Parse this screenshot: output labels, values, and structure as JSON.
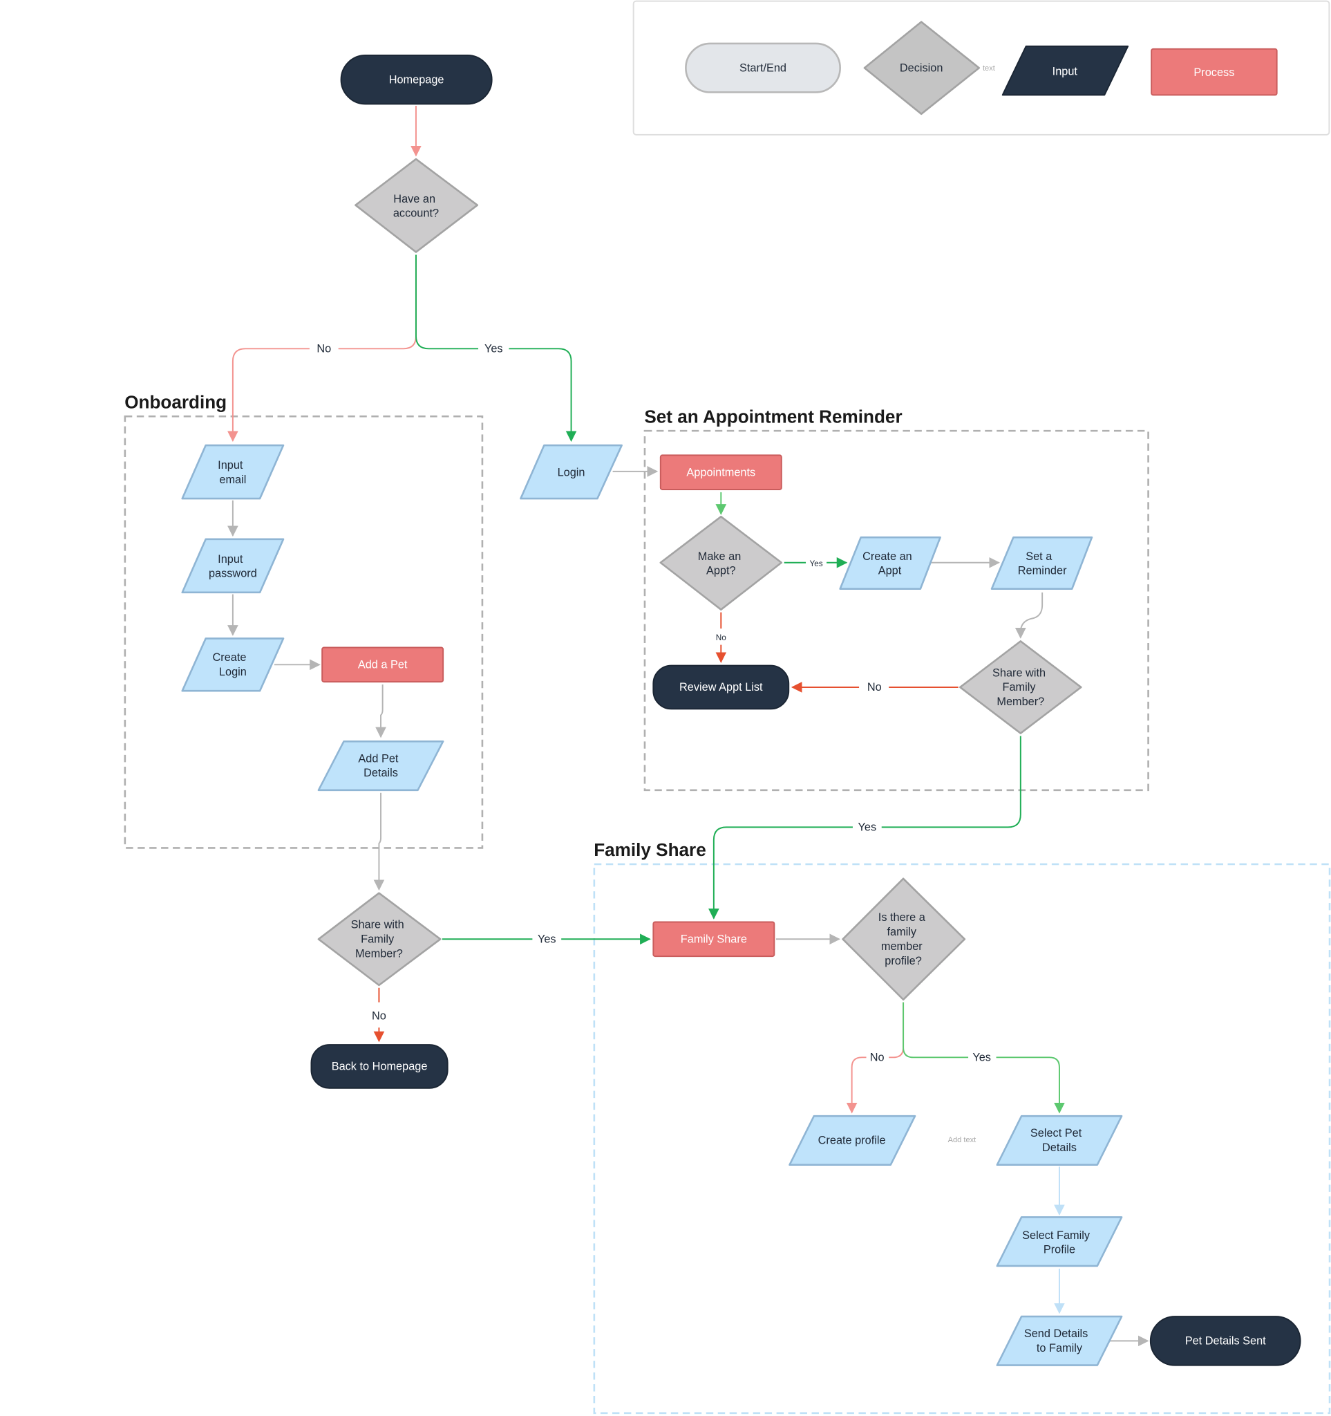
{
  "colors": {
    "terminal_fill": "#253345",
    "terminal_stroke": "#1b2634",
    "decision_fill": "#cccbcc",
    "decision_stroke": "#a3a3a3",
    "input_fill": "#bfe3fb",
    "input_stroke": "#8fb5d4",
    "process_fill": "#ec7a7a",
    "process_stroke": "#c95c5c",
    "edge_gray": "#b5b5b5",
    "edge_green": "#1fae55",
    "edge_pink": "#f3938f",
    "edge_red": "#e6502f",
    "edge_lightblue": "#bfe0f7",
    "group_gray": "#b0b0b0",
    "group_blue": "#bfe1f7"
  },
  "legend": {
    "start_end": "Start/End",
    "decision": "Decision",
    "decision_ghost": "text",
    "input": "Input",
    "process": "Process"
  },
  "groups": {
    "onboarding": "Onboarding",
    "appointment": "Set an Appointment Reminder",
    "family_share": "Family Share"
  },
  "nodes": {
    "homepage": "Homepage",
    "have_account": [
      "Have an",
      "account?"
    ],
    "input_email": [
      "Input",
      "email"
    ],
    "input_password": [
      "Input",
      "password"
    ],
    "create_login": [
      "Create",
      "Login"
    ],
    "add_a_pet": "Add a Pet",
    "add_pet_details": [
      "Add Pet",
      "Details"
    ],
    "share_family_1": [
      "Share with",
      "Family",
      "Member?"
    ],
    "back_to_homepage": "Back to Homepage",
    "login": "Login",
    "appointments": "Appointments",
    "make_appt": [
      "Make an",
      "Appt?"
    ],
    "create_appt": [
      "Create an",
      "Appt"
    ],
    "set_reminder": [
      "Set a",
      "Reminder"
    ],
    "review_appt_list": "Review Appt List",
    "share_family_2": [
      "Share with",
      "Family",
      "Member?"
    ],
    "family_share": "Family Share",
    "is_family_profile": [
      "Is there a",
      "family",
      "member",
      "profile?"
    ],
    "create_profile": "Create profile",
    "add_text_ghost": "Add text",
    "select_pet_details": [
      "Select Pet",
      "Details"
    ],
    "select_family_profile": [
      "Select Family",
      "Profile"
    ],
    "send_details": [
      "Send Details",
      "to Family"
    ],
    "pet_details_sent": "Pet Details Sent"
  },
  "edge_labels": {
    "account_no": "No",
    "account_yes": "Yes",
    "make_appt_yes": "Yes",
    "make_appt_no": "No",
    "share2_no": "No",
    "share2_yes": "Yes",
    "share1_yes": "Yes",
    "share1_no": "No",
    "profile_no": "No",
    "profile_yes": "Yes"
  }
}
